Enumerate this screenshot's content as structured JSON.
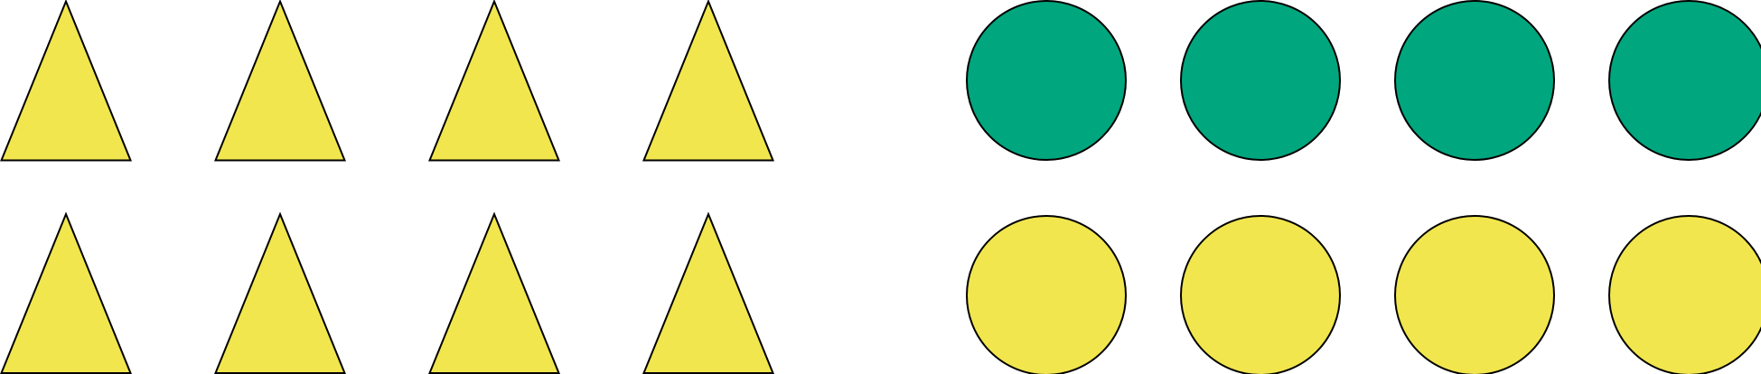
{
  "colors": {
    "yellow": "#F1E64E",
    "green": "#00A67E",
    "outline": "#000000"
  },
  "groups": [
    {
      "shape": "triangle",
      "rows": [
        {
          "count": 4,
          "color": "yellow"
        },
        {
          "count": 4,
          "color": "yellow"
        }
      ]
    },
    {
      "shape": "circle",
      "rows": [
        {
          "count": 4,
          "color": "green"
        },
        {
          "count": 4,
          "color": "yellow"
        }
      ]
    }
  ]
}
